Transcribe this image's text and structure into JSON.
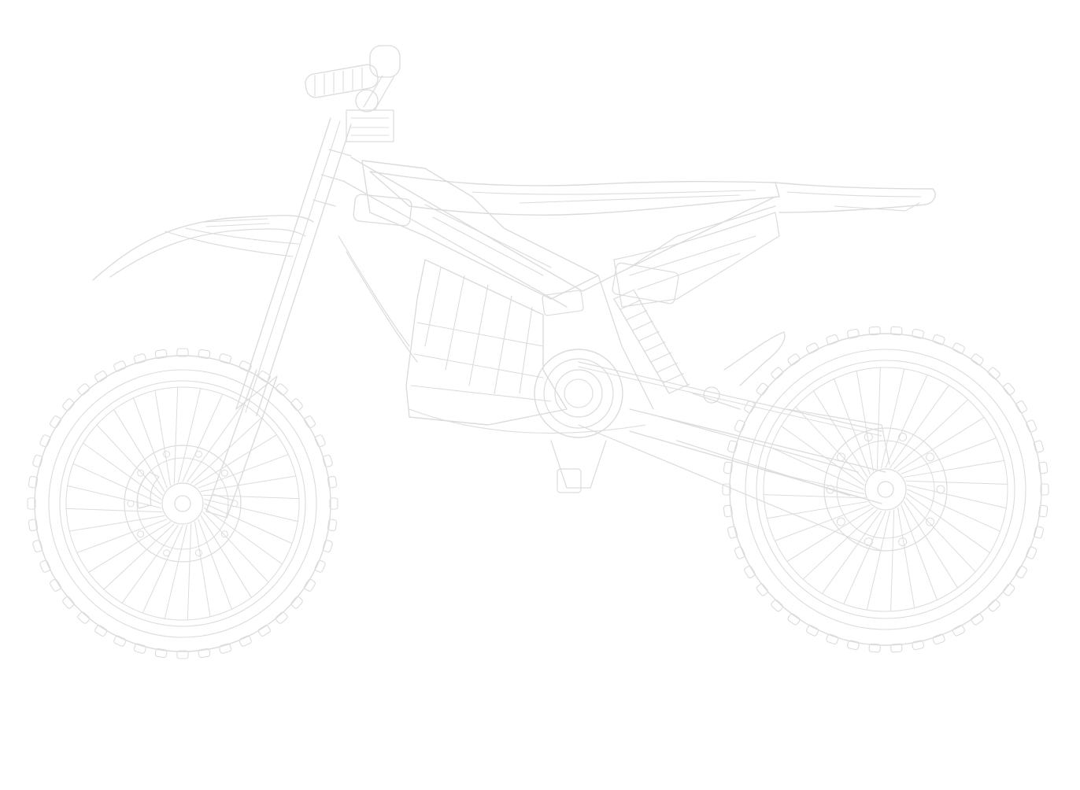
{
  "theme": {
    "background": "#ffffff",
    "line_color": "#dcdcdc",
    "line_color_light": "#ececec"
  },
  "drawing": {
    "subject": "dirt-bike-line-drawing-icon",
    "parts": [
      "front-wheel",
      "rear-wheel",
      "front-fork",
      "handlebar",
      "front-fender",
      "fuel-tank",
      "seat",
      "rear-fender",
      "frame",
      "battery-pack",
      "motor-hub",
      "rear-shock",
      "swingarm",
      "chain",
      "footpeg"
    ]
  }
}
